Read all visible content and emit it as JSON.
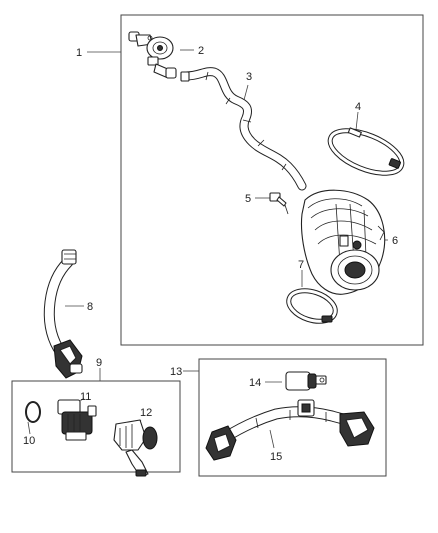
{
  "callouts": {
    "c1": "1",
    "c2": "2",
    "c3": "3",
    "c4": "4",
    "c5": "5",
    "c6": "6",
    "c7": "7",
    "c8": "8",
    "c9": "9",
    "c10": "10",
    "c11": "11",
    "c12": "12",
    "c13": "13",
    "c14": "14",
    "c15": "15"
  },
  "colors": {
    "line": "#222222",
    "fill": "#ffffff",
    "shade": "#333333"
  }
}
